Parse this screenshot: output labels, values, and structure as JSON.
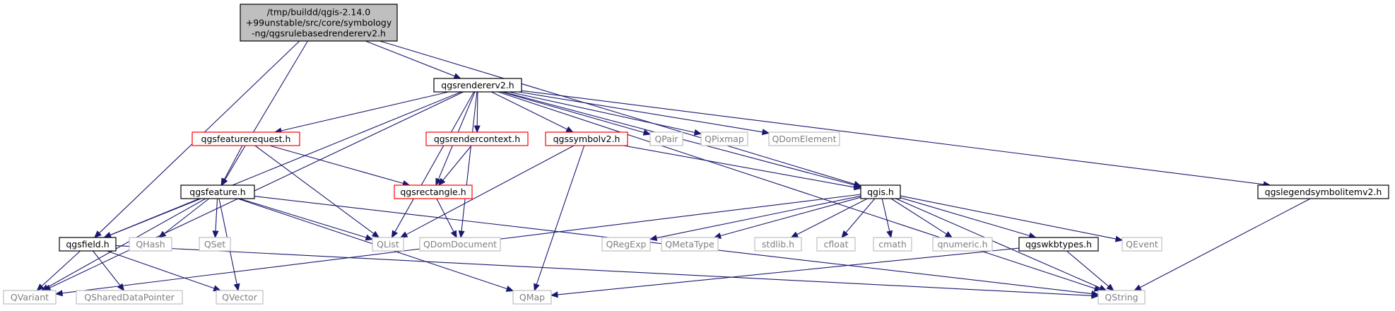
{
  "colors": {
    "edge": "#191970",
    "root_fill": "#bfbfbf",
    "node_fill": "#ffffff",
    "border_documented": "#000000",
    "border_truncated": "#ff0000",
    "border_external": "#bfbfbf",
    "text_normal": "#000000",
    "text_external": "#7f7f7f"
  },
  "nodes": [
    {
      "id": "root",
      "kind": "root",
      "lines": [
        "/tmp/buildd/qgis-2.14.0",
        "+99unstable/src/core/symbology",
        "-ng/qgsrulebasedrendererv2.h"
      ]
    },
    {
      "id": "qgsrendererv2",
      "kind": "documented",
      "lines": [
        "qgsrendererv2.h"
      ]
    },
    {
      "id": "qgsfeaturerequest",
      "kind": "truncated",
      "lines": [
        "qgsfeaturerequest.h"
      ]
    },
    {
      "id": "qgsrendercontext",
      "kind": "truncated",
      "lines": [
        "qgsrendercontext.h"
      ]
    },
    {
      "id": "qgssymbolv2",
      "kind": "truncated",
      "lines": [
        "qgssymbolv2.h"
      ]
    },
    {
      "id": "QPair",
      "kind": "external",
      "lines": [
        "QPair"
      ]
    },
    {
      "id": "QPixmap",
      "kind": "external",
      "lines": [
        "QPixmap"
      ]
    },
    {
      "id": "QDomElement",
      "kind": "external",
      "lines": [
        "QDomElement"
      ]
    },
    {
      "id": "qgsfeature",
      "kind": "documented",
      "lines": [
        "qgsfeature.h"
      ]
    },
    {
      "id": "qgsrectangle",
      "kind": "truncated",
      "lines": [
        "qgsrectangle.h"
      ]
    },
    {
      "id": "qgis",
      "kind": "documented",
      "lines": [
        "qgis.h"
      ]
    },
    {
      "id": "qgslegendsymbolitemv2",
      "kind": "documented",
      "lines": [
        "qgslegendsymbolitemv2.h"
      ]
    },
    {
      "id": "qgsfield",
      "kind": "documented",
      "lines": [
        "qgsfield.h"
      ]
    },
    {
      "id": "QHash",
      "kind": "external",
      "lines": [
        "QHash"
      ]
    },
    {
      "id": "QSet",
      "kind": "external",
      "lines": [
        "QSet"
      ]
    },
    {
      "id": "QList",
      "kind": "external",
      "lines": [
        "QList"
      ]
    },
    {
      "id": "QDomDocument",
      "kind": "external",
      "lines": [
        "QDomDocument"
      ]
    },
    {
      "id": "QRegExp",
      "kind": "external",
      "lines": [
        "QRegExp"
      ]
    },
    {
      "id": "QMetaType",
      "kind": "external",
      "lines": [
        "QMetaType"
      ]
    },
    {
      "id": "stdlib",
      "kind": "external",
      "lines": [
        "stdlib.h"
      ]
    },
    {
      "id": "cfloat",
      "kind": "external",
      "lines": [
        "cfloat"
      ]
    },
    {
      "id": "cmath",
      "kind": "external",
      "lines": [
        "cmath"
      ]
    },
    {
      "id": "qnumeric",
      "kind": "external",
      "lines": [
        "qnumeric.h"
      ]
    },
    {
      "id": "qgswkbtypes",
      "kind": "documented",
      "lines": [
        "qgswkbtypes.h"
      ]
    },
    {
      "id": "QEvent",
      "kind": "external",
      "lines": [
        "QEvent"
      ]
    },
    {
      "id": "QVariant",
      "kind": "external",
      "lines": [
        "QVariant"
      ]
    },
    {
      "id": "QSharedDataPointer",
      "kind": "external",
      "lines": [
        "QSharedDataPointer"
      ]
    },
    {
      "id": "QVector",
      "kind": "external",
      "lines": [
        "QVector"
      ]
    },
    {
      "id": "QMap",
      "kind": "external",
      "lines": [
        "QMap"
      ]
    },
    {
      "id": "QString",
      "kind": "external",
      "lines": [
        "QString"
      ]
    }
  ],
  "edges": [
    [
      "root",
      "qgsrendererv2"
    ],
    [
      "root",
      "qgsfeature"
    ],
    [
      "root",
      "qgsfield"
    ],
    [
      "root",
      "qgis"
    ],
    [
      "qgsrendererv2",
      "qgsfeaturerequest"
    ],
    [
      "qgsrendererv2",
      "qgsrendercontext"
    ],
    [
      "qgsrendererv2",
      "qgssymbolv2"
    ],
    [
      "qgsrendererv2",
      "QPair"
    ],
    [
      "qgsrendererv2",
      "QPixmap"
    ],
    [
      "qgsrendererv2",
      "QDomElement"
    ],
    [
      "qgsrendererv2",
      "qgsrectangle"
    ],
    [
      "qgsrendererv2",
      "qgis"
    ],
    [
      "qgsrendererv2",
      "qgslegendsymbolitemv2"
    ],
    [
      "qgsrendererv2",
      "qgsfield"
    ],
    [
      "qgsrendererv2",
      "QVariant"
    ],
    [
      "qgsrendererv2",
      "QList"
    ],
    [
      "qgsrendererv2",
      "QDomDocument"
    ],
    [
      "qgsrendererv2",
      "QString"
    ],
    [
      "qgsfeaturerequest",
      "qgsfeature"
    ],
    [
      "qgsfeaturerequest",
      "qgsrectangle"
    ],
    [
      "qgsfeaturerequest",
      "QList"
    ],
    [
      "qgsrendercontext",
      "qgsrectangle"
    ],
    [
      "qgssymbolv2",
      "qgis"
    ],
    [
      "qgssymbolv2",
      "QList"
    ],
    [
      "qgssymbolv2",
      "QMap"
    ],
    [
      "qgsfeature",
      "qgsfield"
    ],
    [
      "qgsfeature",
      "QHash"
    ],
    [
      "qgsfeature",
      "QSet"
    ],
    [
      "qgsfeature",
      "QList"
    ],
    [
      "qgsfeature",
      "QVariant"
    ],
    [
      "qgsfeature",
      "QVector"
    ],
    [
      "qgsfeature",
      "QMap"
    ],
    [
      "qgsfeature",
      "QString"
    ],
    [
      "qgsrectangle",
      "QDomDocument"
    ],
    [
      "qgis",
      "QRegExp"
    ],
    [
      "qgis",
      "QMetaType"
    ],
    [
      "qgis",
      "stdlib"
    ],
    [
      "qgis",
      "cfloat"
    ],
    [
      "qgis",
      "cmath"
    ],
    [
      "qgis",
      "qnumeric"
    ],
    [
      "qgis",
      "qgswkbtypes"
    ],
    [
      "qgis",
      "QEvent"
    ],
    [
      "qgis",
      "QVariant"
    ],
    [
      "qgis",
      "QString"
    ],
    [
      "qgslegendsymbolitemv2",
      "QString"
    ],
    [
      "qgsfield",
      "QVariant"
    ],
    [
      "qgsfield",
      "QSharedDataPointer"
    ],
    [
      "qgsfield",
      "QVector"
    ],
    [
      "qgsfield",
      "QString"
    ],
    [
      "qgswkbtypes",
      "QMap"
    ],
    [
      "qgswkbtypes",
      "QString"
    ]
  ]
}
